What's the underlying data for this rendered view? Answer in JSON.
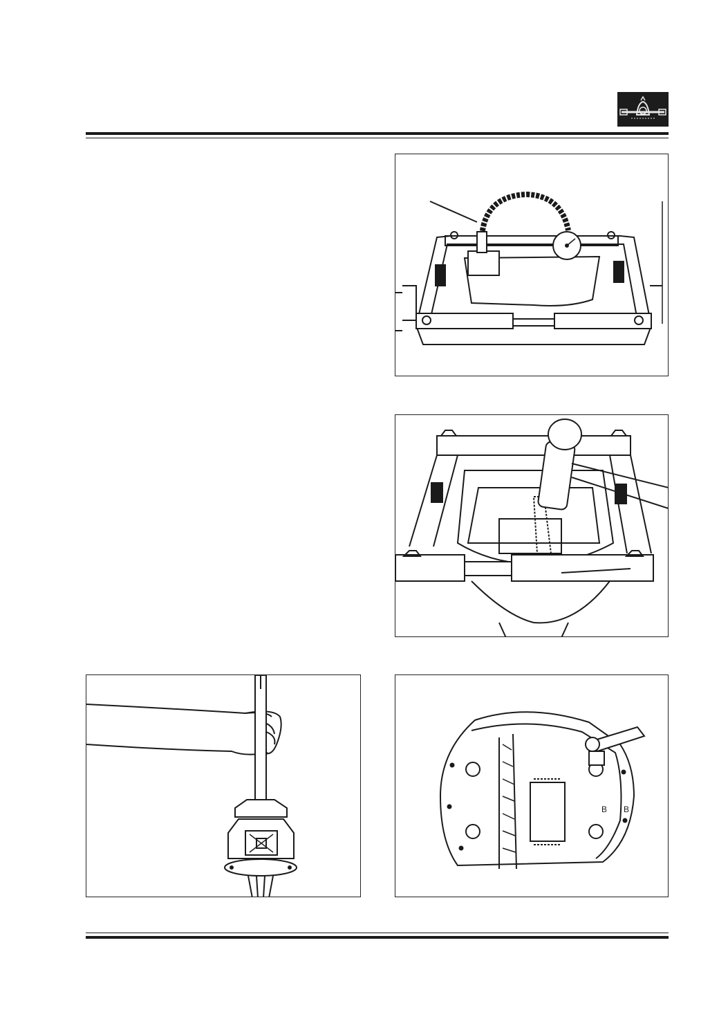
{
  "header": {
    "section_icon": "differential-axle-icon"
  },
  "figures": [
    {
      "id": "fig-dial-indicator-spreader",
      "icon": "dial-indicator-on-spreader-frame"
    },
    {
      "id": "fig-mallet-spreader",
      "icon": "mallet-striking-spreader-frame"
    },
    {
      "id": "fig-bearing-puller",
      "icon": "hand-using-bearing-installer"
    },
    {
      "id": "fig-caps-marked",
      "icon": "differential-caps-marked-b"
    }
  ],
  "labels": {
    "cap_mark_1": "B",
    "cap_mark_2": "B"
  },
  "colors": {
    "ink": "#1a1a1a",
    "header_icon_bg": "#1c1c1c"
  }
}
